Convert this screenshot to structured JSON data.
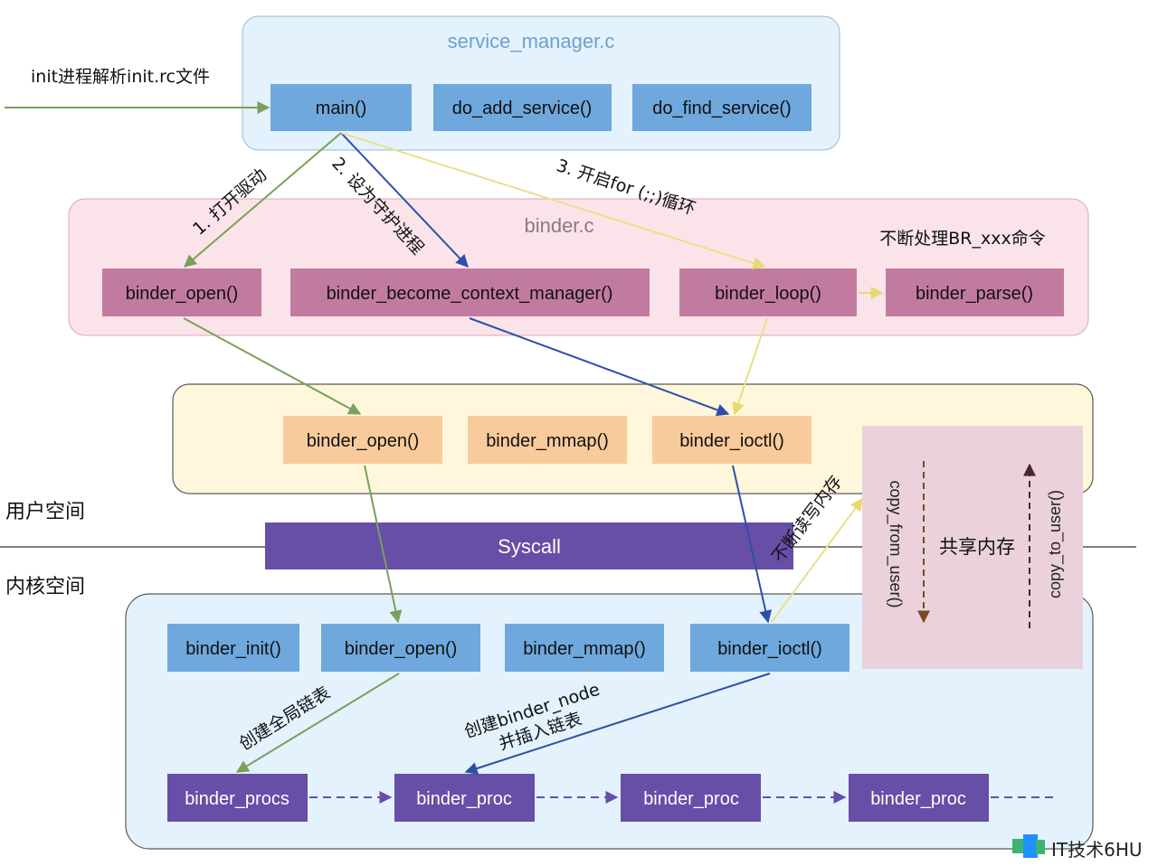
{
  "user_space_label": "用户空间",
  "kernel_space_label": "内核空间",
  "init_label": "init进程解析init.rc文件",
  "service_manager": {
    "title": "service_manager.c",
    "main": "main()",
    "do_add_service": "do_add_service()",
    "do_find_service": "do_find_service()"
  },
  "binder_c": {
    "title": "binder.c",
    "note": "不断处理BR_xxx命令",
    "binder_open": "binder_open()",
    "binder_become_context_manager": "binder_become_context_manager()",
    "binder_loop": "binder_loop()",
    "binder_parse": "binder_parse()"
  },
  "user_lib": {
    "binder_open": "binder_open()",
    "binder_mmap": "binder_mmap()",
    "binder_ioctl": "binder_ioctl()"
  },
  "syscall": "Syscall",
  "kernel": {
    "binder_init": "binder_init()",
    "binder_open": "binder_open()",
    "binder_mmap": "binder_mmap()",
    "binder_ioctl": "binder_ioctl()",
    "binder_procs": "binder_procs",
    "binder_proc_1": "binder_proc",
    "binder_proc_2": "binder_proc",
    "binder_proc_3": "binder_proc"
  },
  "shared_memory": {
    "title": "共享内存",
    "copy_from_user": "copy_from_user()",
    "copy_to_user": "copy_to_user()"
  },
  "arrows": {
    "open_driver": "1. 打开驱动",
    "set_daemon": "2. 设为守护进程",
    "start_loop": "3. 开启for (;;)循环",
    "rw_memory": "不断读写内存",
    "create_global_list": "创建全局链表",
    "create_node_line1": "创建binder_node",
    "create_node_line2": "并插入链表"
  },
  "watermark": "IT技术6HU",
  "colors": {
    "green_arrow": "#7ba05b",
    "blue_arrow": "#2e4fa8",
    "yellow_arrow": "#e8e08a",
    "sm_container": "#e3f2fc",
    "blue_box": "#6fa8dc",
    "binder_c_container": "#fbe3ea",
    "pink_box": "#c27ba0",
    "user_container": "#fff7dc",
    "orange_box": "#f9cb9c",
    "syscall_bar": "#674ea7",
    "kernel_container": "#e3f2fc",
    "purple_box": "#674ea7",
    "shared_mem": "#ead1dc"
  }
}
